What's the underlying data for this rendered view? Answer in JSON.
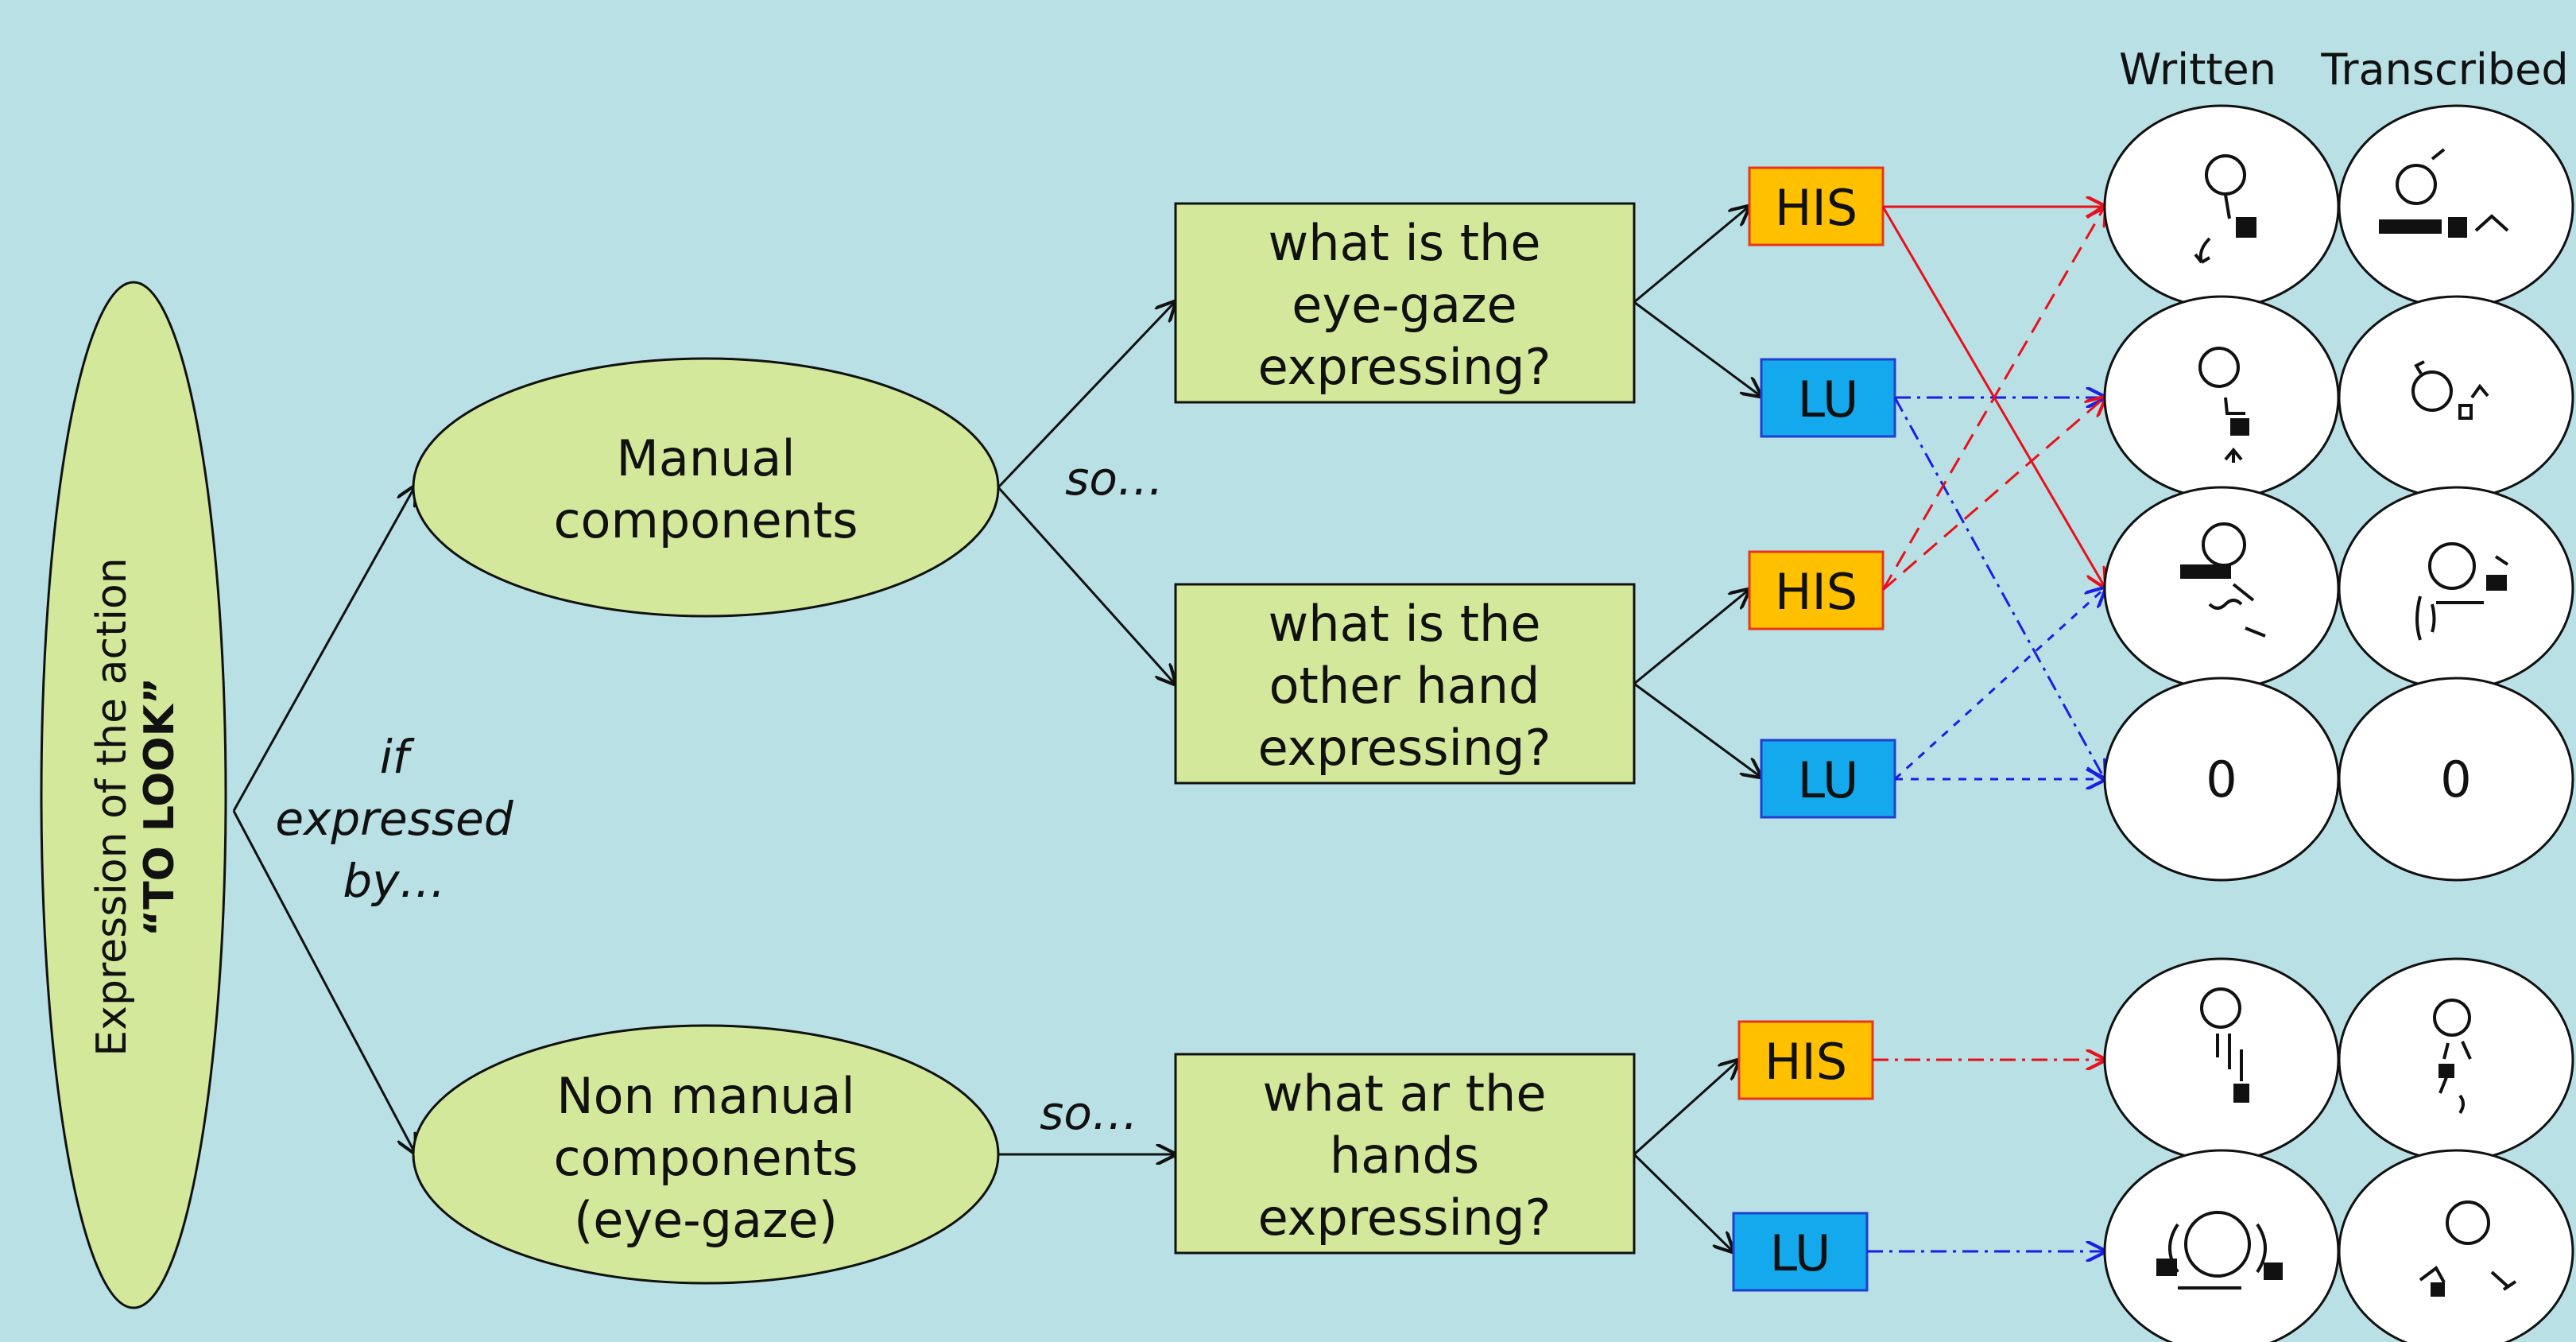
{
  "colors": {
    "background": "#b9e0e4",
    "node_fill": "#d3e89b",
    "his_fill": "#ffc000",
    "his_border": "#e8361c",
    "lu_fill": "#14a9ec",
    "lu_border": "#1e3fd0",
    "red_link": "#e8101a",
    "blue_link": "#1a1ee6"
  },
  "columns": {
    "written": "Written",
    "transcribed": "Transcribed"
  },
  "root": {
    "line1": "Expression of the action",
    "line2": "“TO LOOK”"
  },
  "edge_label_if": [
    "if",
    "expressed",
    "by…"
  ],
  "so_labels": [
    "so…",
    "so…"
  ],
  "manual": [
    "Manual",
    "components"
  ],
  "non_manual": [
    "Non manual",
    "components",
    "(eye-gaze)"
  ],
  "questions": {
    "q1": [
      "what is the",
      "eye-gaze",
      "expressing?"
    ],
    "q2": [
      "what is the",
      "other hand",
      "expressing?"
    ],
    "q3": [
      "what ar the",
      "hands",
      "expressing?"
    ]
  },
  "his": "HIS",
  "lu": "LU",
  "zero": "0",
  "icons": [
    "sign-writing-figure-icon"
  ]
}
